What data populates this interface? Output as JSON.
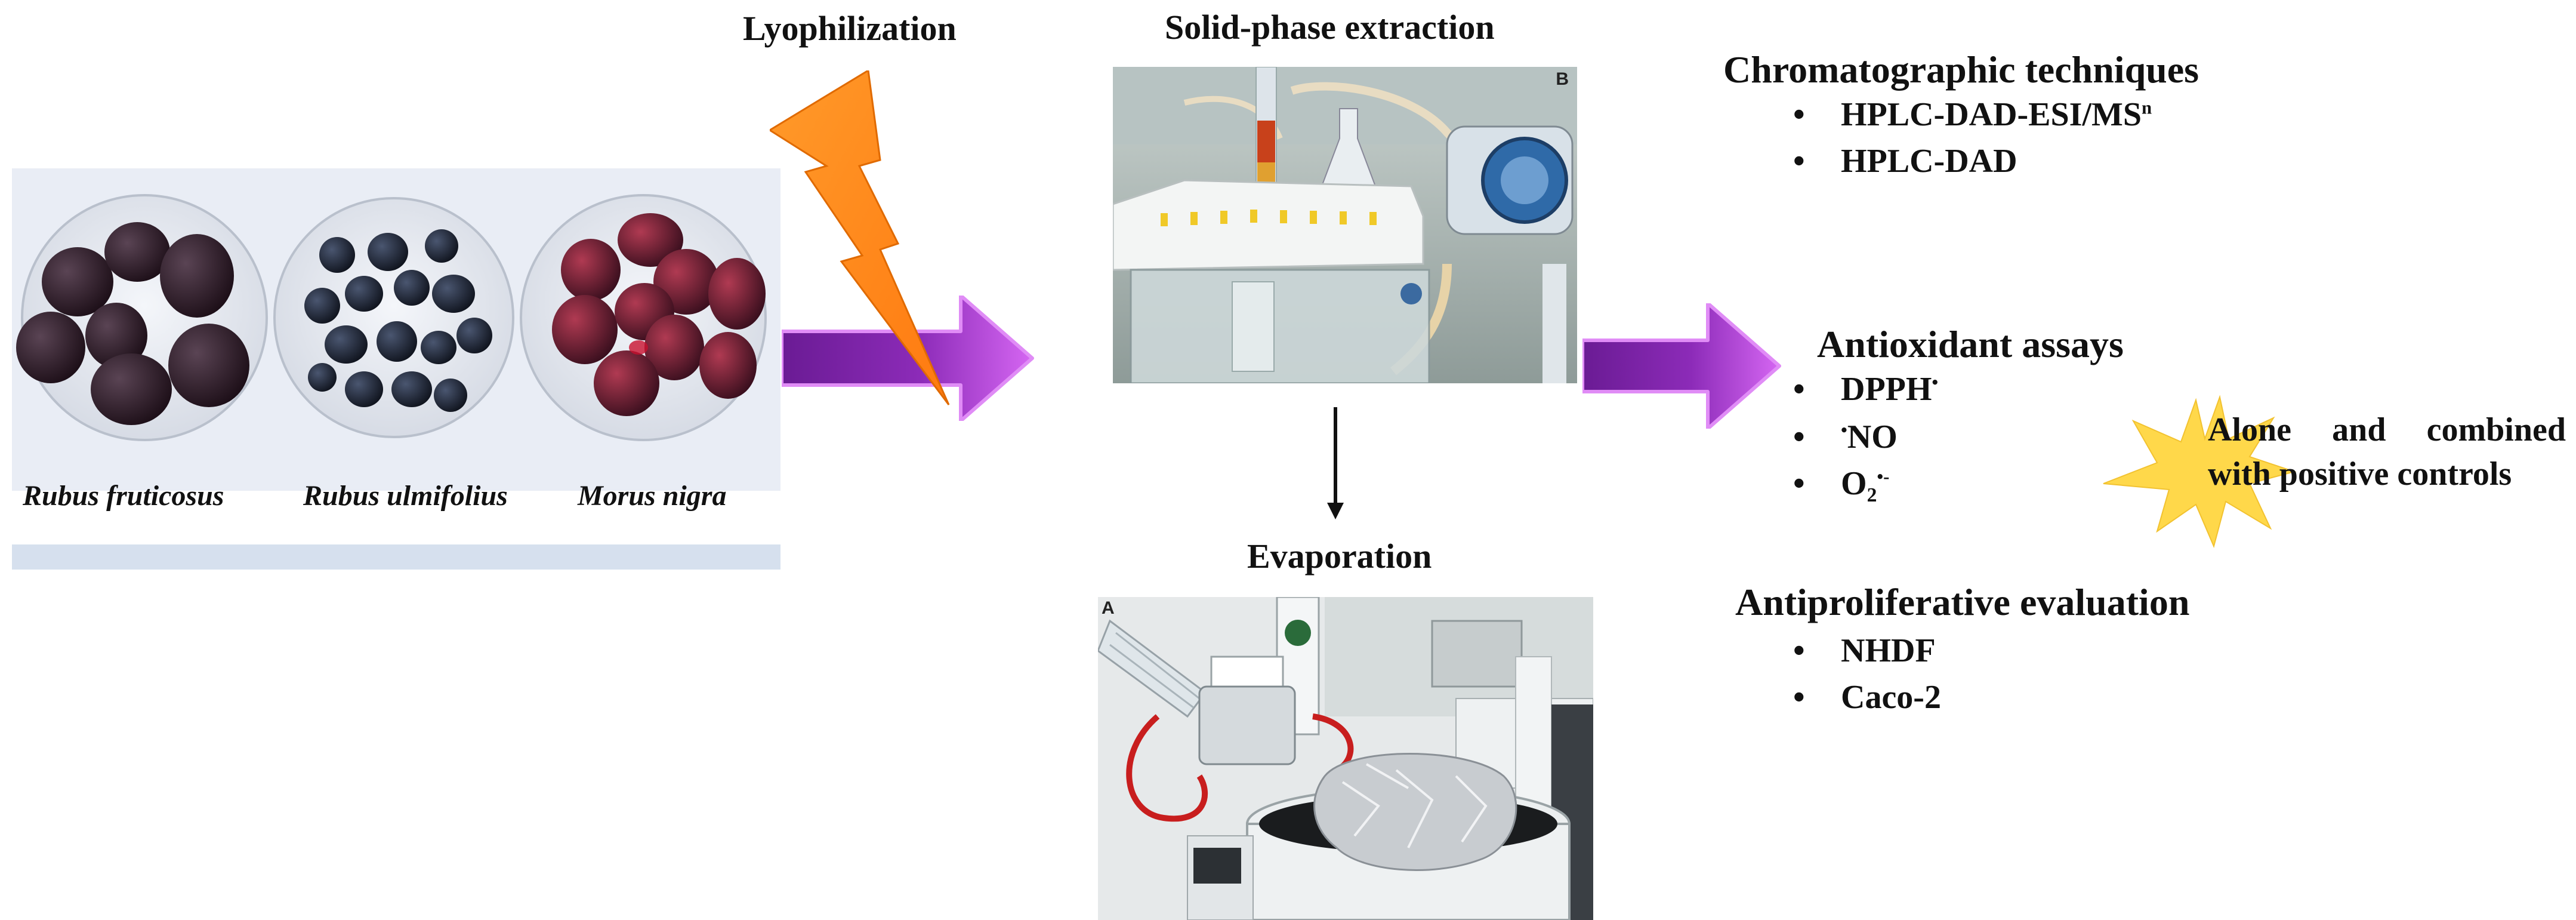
{
  "lyophilization": {
    "label": "Lyophilization"
  },
  "berries": {
    "species": [
      "Rubus fruticosus",
      "Rubus ulmifolius",
      "Morus nigra"
    ]
  },
  "spe": {
    "title": "Solid-phase extraction",
    "photo_label": "B"
  },
  "evaporation": {
    "title": "Evaporation",
    "photo_label": "A"
  },
  "chromatography": {
    "heading": "Chromatographic techniques",
    "items": [
      {
        "bullet": "•",
        "text": "HPLC-DAD-ESI/MS",
        "sup": "n"
      },
      {
        "bullet": "•",
        "text": "HPLC-DAD"
      }
    ]
  },
  "antioxidant": {
    "heading": "Antioxidant assays",
    "items": [
      {
        "bullet": "•",
        "text": "DPPH",
        "sup": "•"
      },
      {
        "bullet": "•",
        "pre_sup": "•",
        "text": "NO"
      },
      {
        "bullet": "•",
        "text": "O",
        "sub": "2",
        "sup": "•-"
      }
    ],
    "note_line1": "Alone and combined",
    "note_line2": "with positive controls"
  },
  "antiproliferative": {
    "heading": "Antiproliferative evaluation",
    "items": [
      {
        "bullet": "•",
        "text": "NHDF"
      },
      {
        "bullet": "•",
        "text": "Caco-2"
      }
    ]
  },
  "colors": {
    "arrow_purple": "#7a1fa2",
    "arrow_magenta": "#d25cf0",
    "bolt_orange": "#ff8a1f",
    "star_yellow": "#ffd84a",
    "berry_dark": "#2a1622",
    "berry_red": "#6e1f2e"
  }
}
